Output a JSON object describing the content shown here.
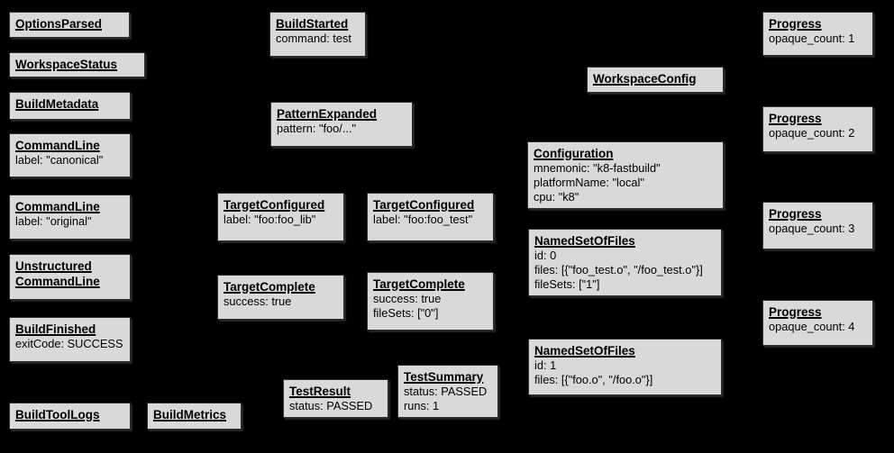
{
  "diagram": {
    "background_color": "#000000",
    "box_fill_color": "#d9d9d9",
    "box_border_color": "#2e2e2e",
    "text_color": "#000000"
  },
  "boxes": {
    "options_parsed": {
      "title": "OptionsParsed"
    },
    "workspace_status": {
      "title": "WorkspaceStatus"
    },
    "build_metadata": {
      "title": "BuildMetadata"
    },
    "command_line_canonical": {
      "title": "CommandLine",
      "lines": [
        "label: \"canonical\""
      ]
    },
    "command_line_original": {
      "title": "CommandLine",
      "lines": [
        "label: \"original\""
      ]
    },
    "unstructured_command_line": {
      "title": "Unstructured",
      "title2": "CommandLine"
    },
    "build_finished": {
      "title": "BuildFinished",
      "lines": [
        "exitCode: SUCCESS"
      ]
    },
    "build_tool_logs": {
      "title": "BuildToolLogs"
    },
    "build_metrics": {
      "title": "BuildMetrics"
    },
    "build_started": {
      "title": "BuildStarted",
      "lines": [
        "command: test"
      ]
    },
    "pattern_expanded": {
      "title": "PatternExpanded",
      "lines": [
        "pattern: \"foo/...\""
      ]
    },
    "target_configured_lib": {
      "title": "TargetConfigured",
      "lines": [
        "label: \"foo:foo_lib\""
      ]
    },
    "target_configured_test": {
      "title": "TargetConfigured",
      "lines": [
        "label: \"foo:foo_test\""
      ]
    },
    "target_complete_lib": {
      "title": "TargetComplete",
      "lines": [
        "success: true"
      ]
    },
    "target_complete_test": {
      "title": "TargetComplete",
      "lines": [
        "success: true",
        "fileSets: [\"0\"]"
      ]
    },
    "test_result": {
      "title": "TestResult",
      "lines": [
        "status: PASSED"
      ]
    },
    "test_summary": {
      "title": "TestSummary",
      "lines": [
        "status: PASSED",
        "runs: 1"
      ]
    },
    "workspace_config": {
      "title": "WorkspaceConfig"
    },
    "configuration": {
      "title": "Configuration",
      "lines": [
        "mnemonic: \"k8-fastbuild\"",
        "platformName: \"local\"",
        "cpu: \"k8\""
      ]
    },
    "named_set_of_files_0": {
      "title": "NamedSetOfFiles",
      "lines": [
        "id: 0",
        "files: [{\"foo_test.o\", \"/foo_test.o\"}]",
        "fileSets: [\"1\"]"
      ]
    },
    "named_set_of_files_1": {
      "title": "NamedSetOfFiles",
      "lines": [
        "id: 1",
        "files: [{\"foo.o\", \"/foo.o\"}]"
      ]
    },
    "progress_1": {
      "title": "Progress",
      "lines": [
        "opaque_count: 1"
      ]
    },
    "progress_2": {
      "title": "Progress",
      "lines": [
        "opaque_count: 2"
      ]
    },
    "progress_3": {
      "title": "Progress",
      "lines": [
        "opaque_count: 3"
      ]
    },
    "progress_4": {
      "title": "Progress",
      "lines": [
        "opaque_count: 4"
      ]
    }
  }
}
